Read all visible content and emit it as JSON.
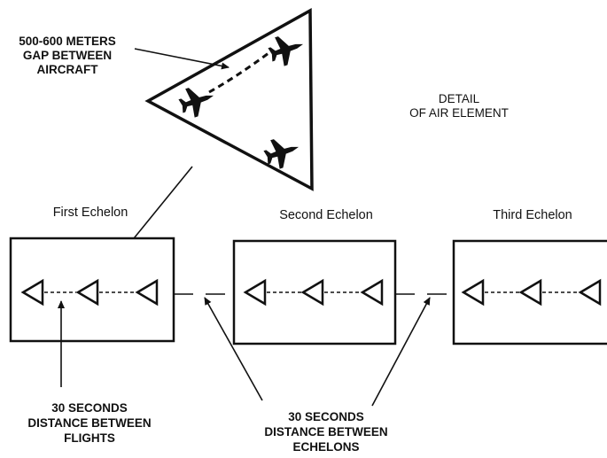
{
  "labels": {
    "gap_line1": "500-600 METERS",
    "gap_line2": "GAP BETWEEN",
    "gap_line3": "AIRCRAFT",
    "detail_line1": "DETAIL",
    "detail_line2": "OF AIR ELEMENT",
    "flights_line1": "30 SECONDS",
    "flights_line2": "DISTANCE BETWEEN",
    "flights_line3": "FLIGHTS",
    "echelons_line1": "30 SECONDS",
    "echelons_line2": "DISTANCE BETWEEN",
    "echelons_line3": "ECHELONS"
  },
  "echelons": [
    {
      "label": "First Echelon",
      "flights": 3
    },
    {
      "label": "Second Echelon",
      "flights": 3
    },
    {
      "label": "Third Echelon",
      "flights": 3
    }
  ],
  "air_element": {
    "aircraft": 3
  },
  "colors": {
    "ink": "#111111",
    "background": "#ffffff"
  }
}
